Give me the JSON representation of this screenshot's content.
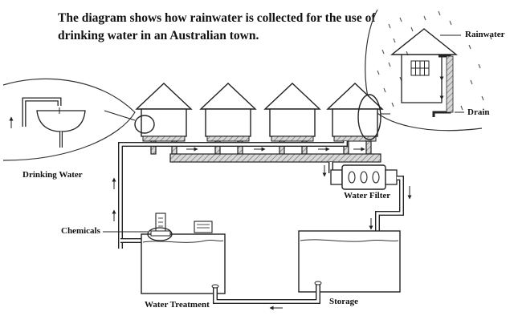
{
  "title_line1": "The diagram shows how rainwater is collected for the use of",
  "title_line2": "drinking water in an Australian town.",
  "labels": {
    "rainwater": "Rainwater",
    "drain": "Drain",
    "drinking_water": "Drinking Water",
    "water_filter": "Water Filter",
    "chemicals": "Chemicals",
    "water_treatment": "Water Treatment",
    "storage": "Storage"
  },
  "colors": {
    "ink": "#222222",
    "hatch": "#8a8a8a",
    "background": "#ffffff"
  }
}
